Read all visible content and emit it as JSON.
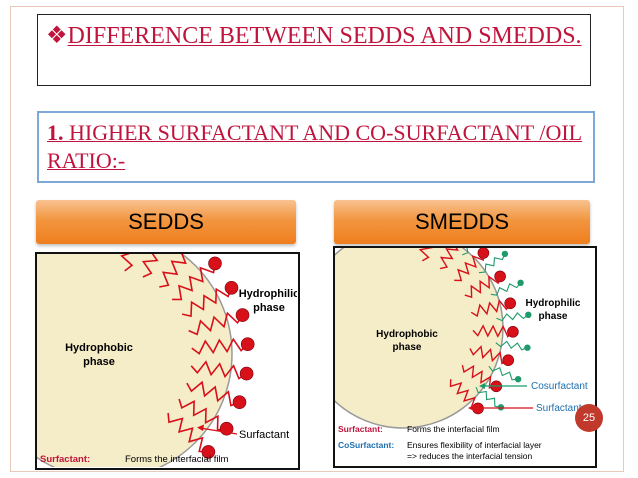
{
  "slide": {
    "title_bullet": "❖",
    "title": "DIFFERENCE BETWEEN SEDDS AND SMEDDS.",
    "subtitle_num": "1.",
    "subtitle": "HIGHER SURFACTANT AND CO-SURFACTANT /OIL RATIO:-",
    "page_number": "25"
  },
  "left_panel": {
    "header": "SEDDS",
    "hydrophilic": "Hydrophilic",
    "phase1": "phase",
    "hydrophobic": "Hydrophobic",
    "phase2": "phase",
    "surfactant_label": "Surfactant",
    "legend_key": "Surfactant:",
    "legend_value": "Forms the interfacial film"
  },
  "right_panel": {
    "header": "SMEDDS",
    "hydrophilic": "Hydrophilic",
    "phase1": "phase",
    "hydrophobic": "Hydrophobic",
    "phase2": "phase",
    "cosurfactant_label": "Cosurfactant",
    "surfactant_label": "Surfactant",
    "legend1_key": "Surfactant:",
    "legend1_value": "Forms the interfacial film",
    "legend2_key": "CoSurfactant:",
    "legend2_value1": "Ensures flexibility of interfacial layer",
    "legend2_value2": "=> reduces the interfacial tension"
  },
  "colors": {
    "title_red": "#c0143c",
    "orange": "#ef7e1e",
    "droplet": "#f5ecc8",
    "surfactant": "#d8101a",
    "cosurfactant": "#1f9a6a"
  }
}
